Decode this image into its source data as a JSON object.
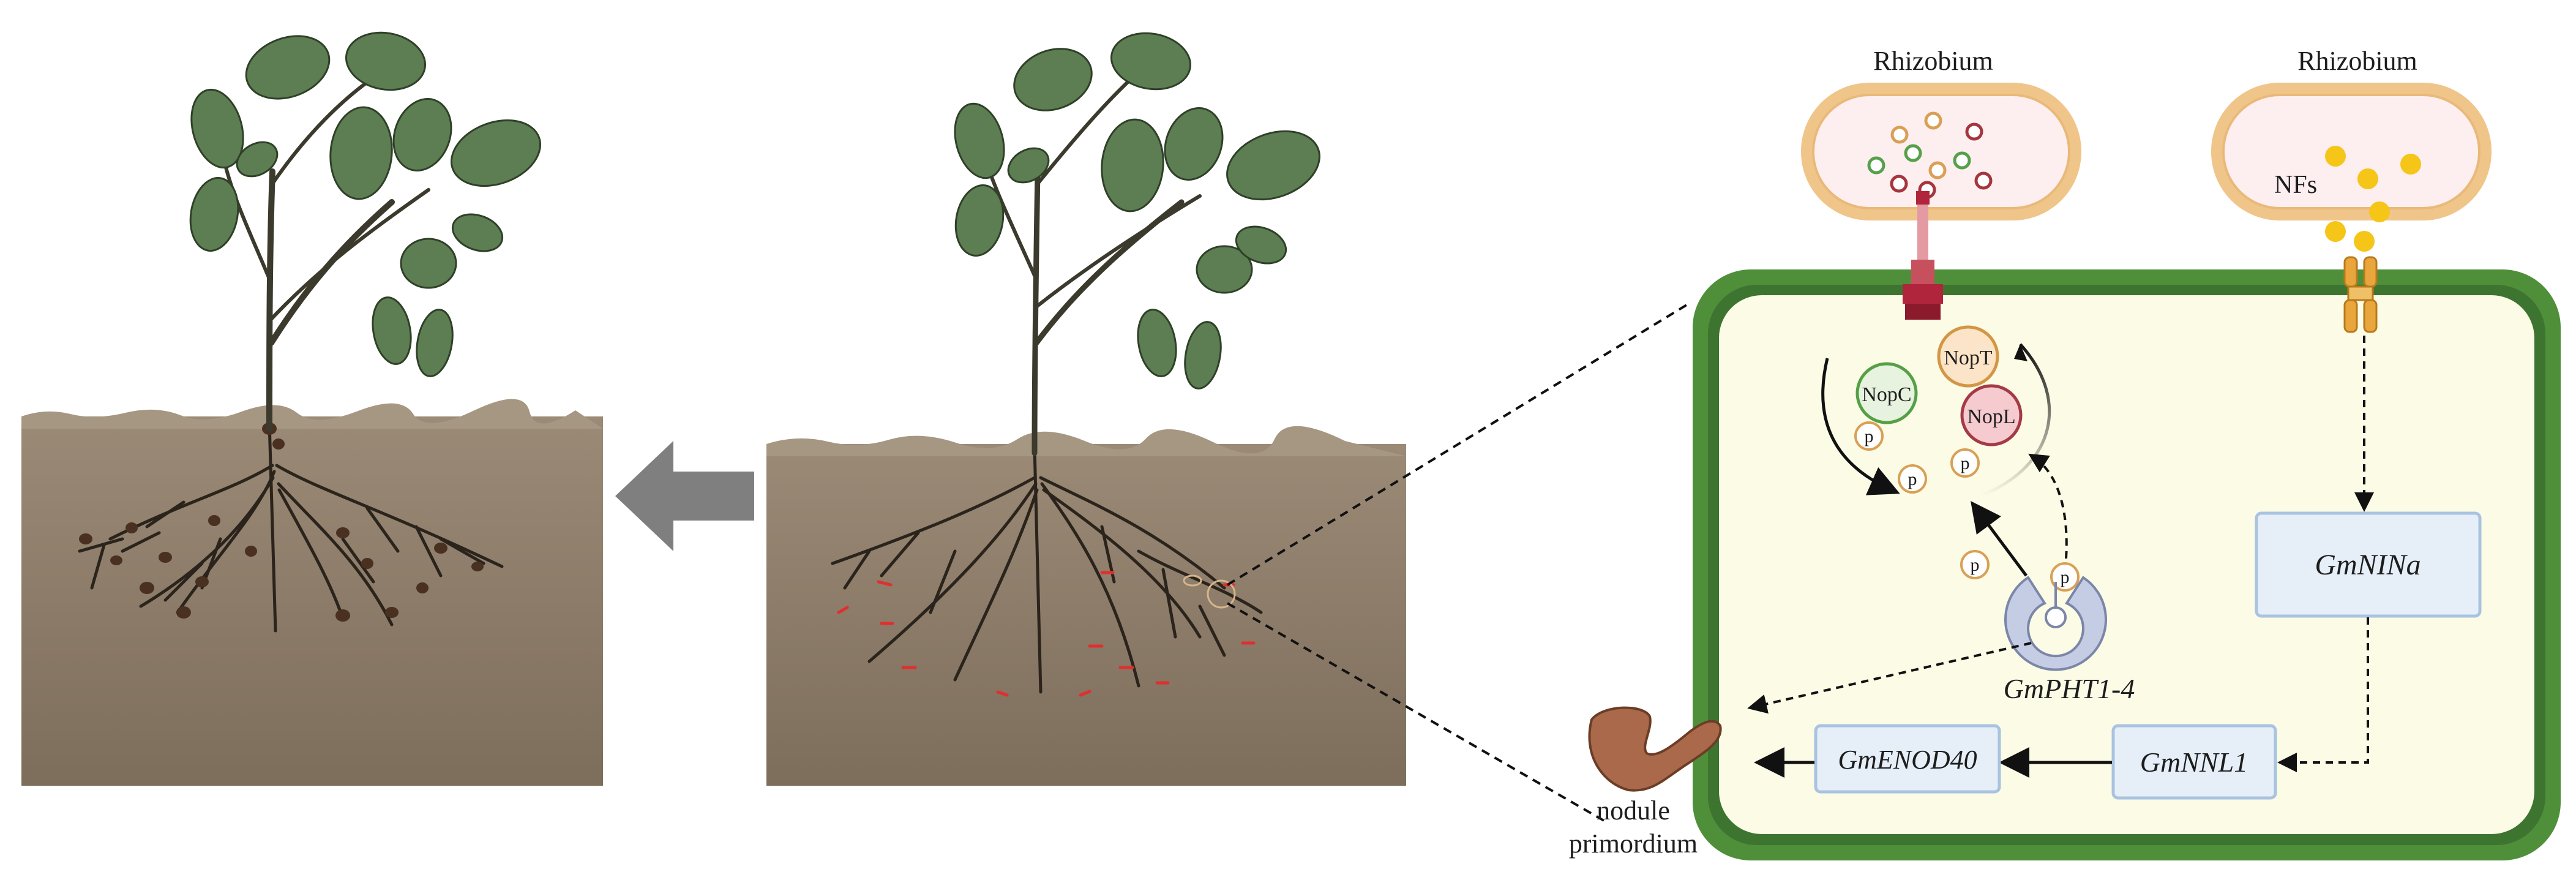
{
  "bacteria": {
    "left_label": "Rhizobium",
    "right_label": "Rhizobium",
    "signal_label": "NFs"
  },
  "effectors": {
    "nopc": "NopC",
    "nopt": "NopT",
    "nopl": "NopL",
    "phosphate": "p"
  },
  "genes": {
    "transporter": "GmPHT1-4",
    "nina": "GmNINa",
    "nnl1": "GmNNL1",
    "enod40": "GmENOD40"
  },
  "nodule": {
    "line1": "nodule",
    "line2": "primordium"
  },
  "colors": {
    "cell_wall": "#4f8f3a",
    "cytoplasm": "#fbfbe6",
    "gene_box_fill": "#e6eef8",
    "gene_box_stroke": "#a9c3e0",
    "bacterium_outer": "#f0c58a",
    "bacterium_inner": "#fdeef0",
    "nod_factor": "#f5c518",
    "soil": "#8b7b68",
    "arrow_gray": "#7f7f7f",
    "transporter_blue": "#c5cde4"
  }
}
